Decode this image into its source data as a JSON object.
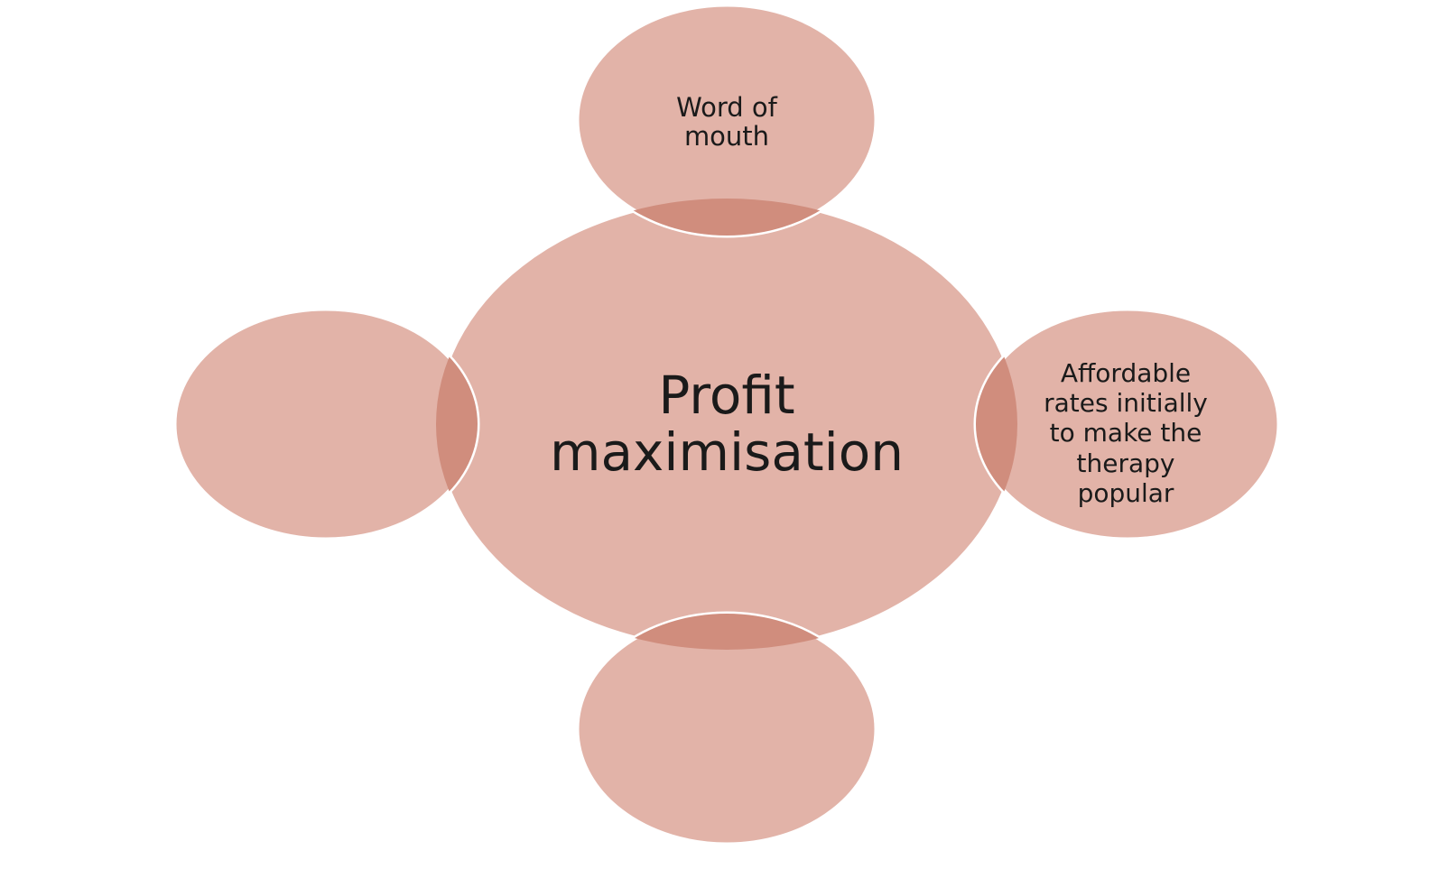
{
  "diagram": {
    "center": {
      "text": "Profit\nmaximisation"
    },
    "satellites": {
      "top": {
        "text": "Word of\nmouth"
      },
      "right": {
        "text": "Affordable\nrates initially\nto make the\ntherapy\npopular"
      },
      "bottom": {
        "text": ""
      },
      "left": {
        "text": ""
      }
    }
  },
  "colors": {
    "circle_fill": "#e2b3a8",
    "overlap_fill": "#d08d7d",
    "outline": "#ffffff",
    "text": "#1a1a1a"
  }
}
